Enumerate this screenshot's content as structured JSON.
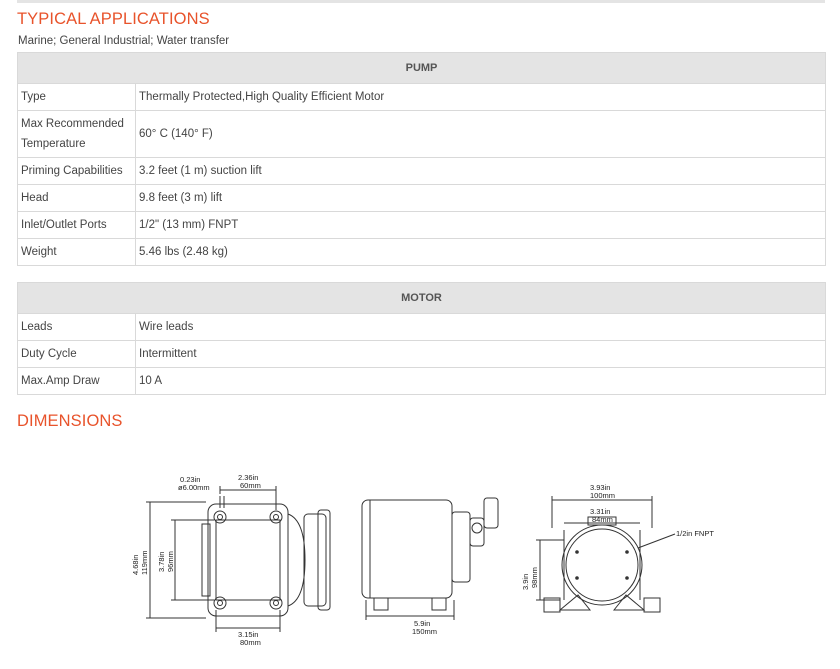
{
  "applications": {
    "title": "TYPICAL APPLICATIONS",
    "text": "Marine; General Industrial; Water transfer"
  },
  "pump_table": {
    "header": "PUMP",
    "rows": [
      {
        "label": "Type",
        "value": "Thermally Protected,High Quality Efficient Motor"
      },
      {
        "label": "Max Recommended Temperature",
        "value": "60° C (140° F)"
      },
      {
        "label": "Priming Capabilities",
        "value": "3.2 feet (1 m) suction lift"
      },
      {
        "label": "Head",
        "value": "9.8 feet (3 m) lift"
      },
      {
        "label": "Inlet/Outlet Ports",
        "value": "1/2\" (13 mm) FNPT"
      },
      {
        "label": "Weight",
        "value": "5.46 lbs (2.48 kg)"
      }
    ]
  },
  "motor_table": {
    "header": "MOTOR",
    "rows": [
      {
        "label": "Leads",
        "value": "Wire leads"
      },
      {
        "label": "Duty Cycle",
        "value": "Intermittent"
      },
      {
        "label": "Max.Amp Draw",
        "value": "10 A"
      }
    ]
  },
  "dimensions": {
    "title": "DIMENSIONS",
    "labels": {
      "hole_in": "0.23in",
      "hole_mm": "ø6.00mm",
      "top_in": "2.36in",
      "top_mm": "60mm",
      "height_in": "4.68in",
      "height_mm": "119mm",
      "inner_h_in": "3.78in",
      "inner_h_mm": "96mm",
      "bottom_in": "3.15in",
      "bottom_mm": "80mm",
      "length_in": "5.9in",
      "length_mm": "150mm",
      "width_in": "3.93in",
      "width_mm": "100mm",
      "inner_w_in": "3.31in",
      "inner_w_mm": "84mm",
      "port": "1/2in FNPT",
      "end_h_in": "3.9in",
      "end_h_mm": "98mm"
    }
  }
}
